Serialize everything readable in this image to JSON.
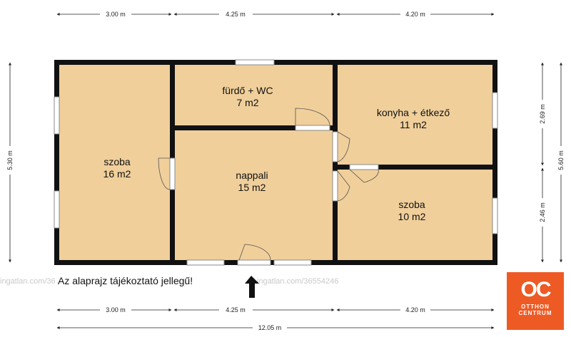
{
  "rooms": [
    {
      "name": "fürdő + WC",
      "area": "7 m2"
    },
    {
      "name": "konyha + étkező",
      "area": "11 m2"
    },
    {
      "name": "szoba",
      "area": "16 m2"
    },
    {
      "name": "nappali",
      "area": "15 m2"
    },
    {
      "name": "szoba",
      "area": "10 m2"
    }
  ],
  "dimensions": {
    "top": [
      "3.00 m",
      "4.25 m",
      "4.20 m"
    ],
    "bottom": [
      "3.00 m",
      "4.25 m",
      "4.20 m"
    ],
    "total": "12.05 m",
    "left": "5.30 m",
    "right_upper": "2.69 m",
    "right_lower": "2.46 m",
    "right_total": "5.60 m"
  },
  "watermark": "ingatlan.com/36554246",
  "note": "Az alaprajz tájékoztató jellegű!",
  "logo": {
    "mark": "OC",
    "line1": "OTTHON",
    "line2": "CENTRUM"
  },
  "colors": {
    "floor": "#f0cf9b",
    "wall": "#111111",
    "logo": "#ee5a24"
  }
}
